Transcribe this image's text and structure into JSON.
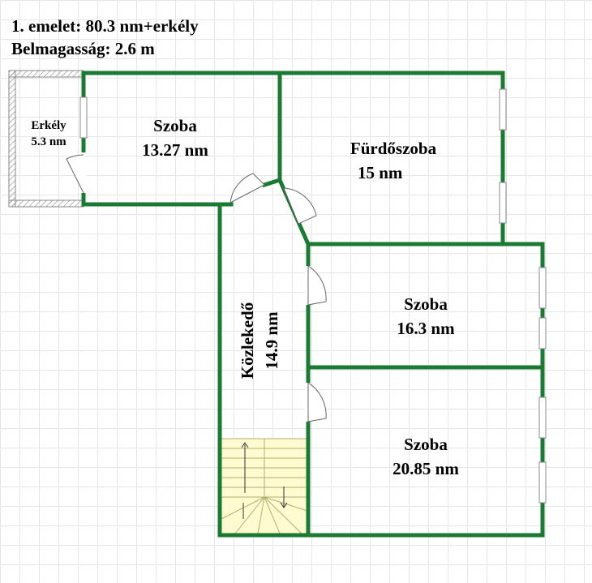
{
  "header": {
    "line1": "1. emelet: 80.3 nm+erkély",
    "line2": "Belmagasság: 2.6 m"
  },
  "rooms": {
    "erkely": {
      "name": "Erkély",
      "area": "5.3 nm"
    },
    "szoba1": {
      "name": "Szoba",
      "area": "13.27 nm"
    },
    "furdo": {
      "name": "Fürdőszoba",
      "area": "15 nm"
    },
    "kozlekedo": {
      "name": "Közlekedő",
      "area": "14.9 nm"
    },
    "szoba2": {
      "name": "Szoba",
      "area": "16.3 nm"
    },
    "szoba3": {
      "name": "Szoba",
      "area": "20.85 nm"
    }
  },
  "colors": {
    "wall": "#1a7a32",
    "stairs": "#fffbd0",
    "balcony": "#8a8a8a"
  }
}
